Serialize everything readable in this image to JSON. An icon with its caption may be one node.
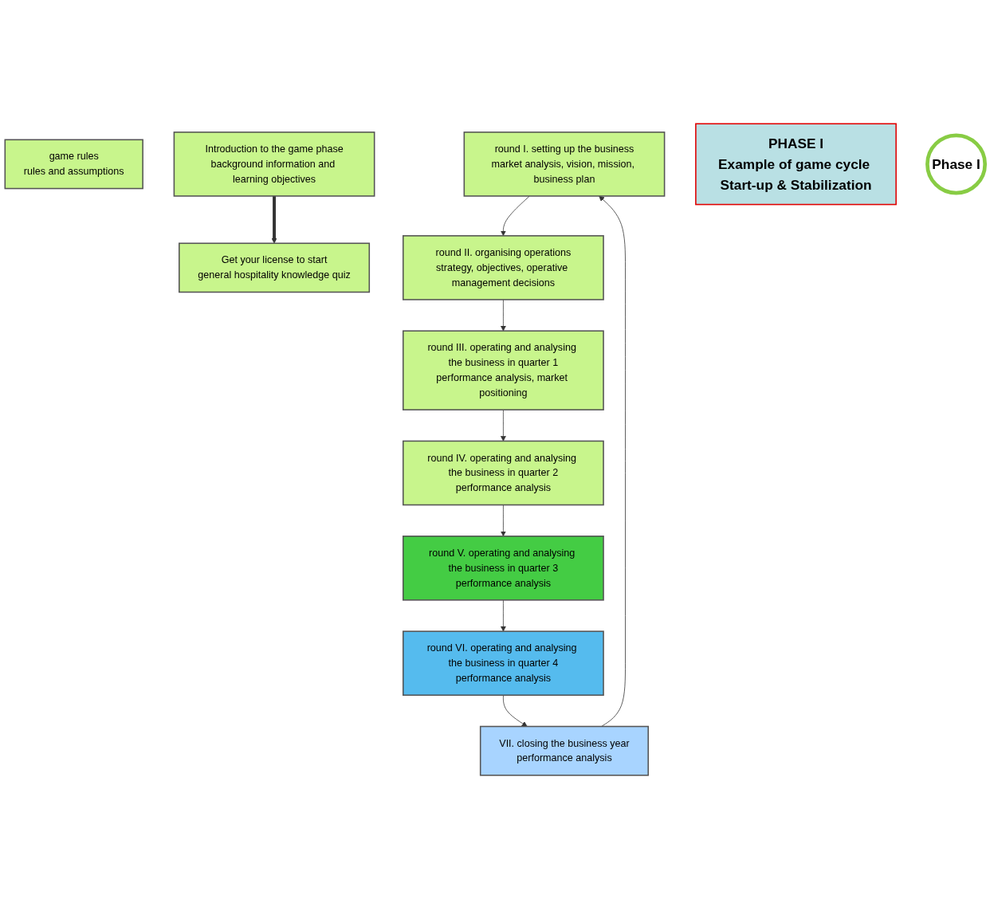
{
  "diagram": {
    "nodes": [
      {
        "text": [
          "game rules",
          "rules and assumptions"
        ]
      },
      {
        "text": [
          "Introduction to the game phase",
          "background information and learning objectives"
        ]
      },
      {
        "text": [
          "Get your license to start",
          "general hospitality knowledge quiz"
        ]
      },
      {
        "text": [
          "round I. setting up the business",
          "market analysis, vision, mission, business plan"
        ]
      },
      {
        "text": [
          "round II. organising operations",
          "strategy, objectives, operative management decisions"
        ]
      },
      {
        "text": [
          "round III. operating and analysing the business in quarter 1",
          "performance analysis, market positioning"
        ]
      },
      {
        "text": [
          "round IV. operating and analysing the business in quarter 2",
          "performance analysis"
        ]
      },
      {
        "text": [
          "round V. operating and analysing the business in quarter 3",
          "performance analysis"
        ]
      },
      {
        "text": [
          "round VI. operating and analysing the business in quarter 4",
          "performance analysis"
        ]
      },
      {
        "text": [
          "VII. closing the business year",
          "performance analysis"
        ]
      },
      {
        "text": [
          "PHASE I",
          "Example of game cycle Start-up & Stabilization"
        ]
      },
      {
        "text": [
          "Phase I"
        ]
      }
    ],
    "edges": [
      {
        "from": 1,
        "to": 2,
        "arrow": "to",
        "style": "thick"
      },
      {
        "from": 3,
        "to": 4,
        "arrow": "to"
      },
      {
        "from": 4,
        "to": 5,
        "arrow": "to"
      },
      {
        "from": 5,
        "to": 6,
        "arrow": "to"
      },
      {
        "from": 6,
        "to": 7,
        "arrow": "to"
      },
      {
        "from": 7,
        "to": 8,
        "arrow": "to"
      },
      {
        "from": 8,
        "to": 9,
        "arrow": "to"
      },
      {
        "from": 9,
        "to": 3,
        "arrow": "to"
      }
    ]
  }
}
